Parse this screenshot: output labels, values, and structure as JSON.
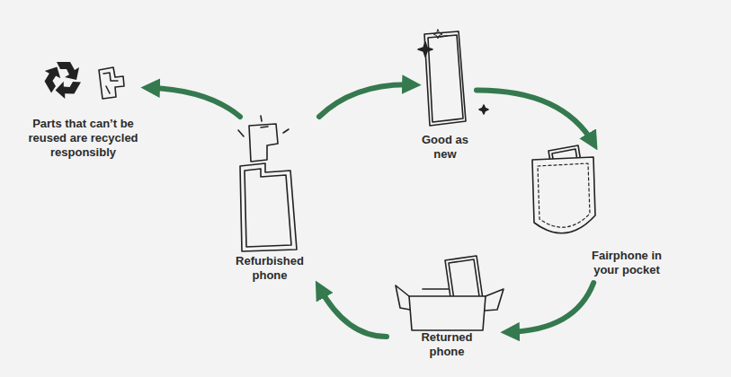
{
  "diagram": {
    "nodes": [
      {
        "text": [
          "Parts that can’t be reused are recycled responsibly"
        ]
      },
      {
        "text": [
          "Refurbished phone"
        ]
      },
      {
        "text": [
          "Good as new"
        ]
      },
      {
        "text": [
          "Fairphone in your pocket"
        ]
      },
      {
        "text": [
          "Returned phone"
        ]
      }
    ],
    "edges": [
      {
        "from": 1,
        "to": 0,
        "arrow": "to"
      },
      {
        "from": 1,
        "to": 2,
        "arrow": "to"
      },
      {
        "from": 2,
        "to": 3,
        "arrow": "to"
      },
      {
        "from": 3,
        "to": 4,
        "arrow": "to"
      },
      {
        "from": 4,
        "to": 1,
        "arrow": "to"
      }
    ]
  }
}
